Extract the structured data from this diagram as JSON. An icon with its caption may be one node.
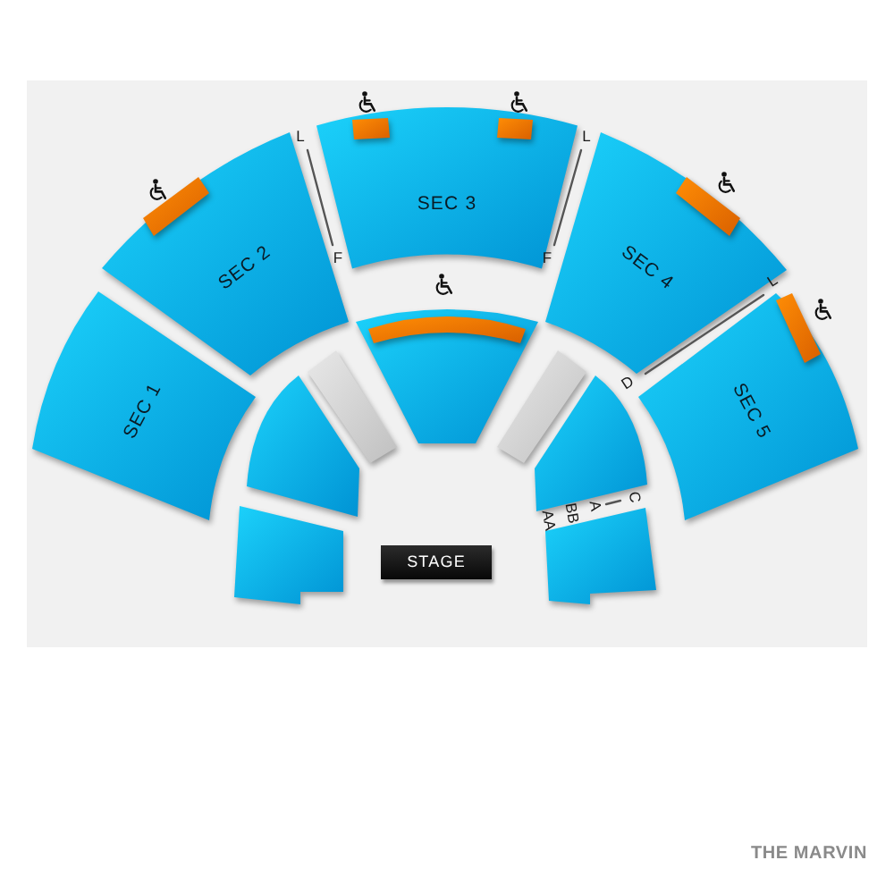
{
  "diagram": {
    "caption": "THE MARVIN",
    "nodes": [
      {
        "text": [
          "SEC 2"
        ]
      },
      {
        "text": [],
        "shape": "bar",
        "in": 0
      },
      {
        "text": [
          "SEC 3"
        ]
      },
      {
        "text": [],
        "shape": "bar",
        "in": 2
      },
      {
        "text": [],
        "shape": "bar",
        "in": 2
      },
      {
        "text": [
          "SEC 4"
        ]
      },
      {
        "text": [],
        "shape": "bar",
        "in": 5
      },
      {
        "text": [
          "SEC 1"
        ]
      },
      {
        "text": [],
        "shape": "box"
      },
      {
        "text": [],
        "shape": "bar",
        "in": 8
      },
      {
        "text": [
          "SEC 5"
        ]
      },
      {
        "text": [],
        "shape": "bar",
        "in": 10
      },
      {
        "text": [],
        "shape": "box"
      },
      {
        "text": [],
        "shape": "box"
      },
      {
        "text": [],
        "shape": "box"
      },
      {
        "text": [],
        "shape": "box"
      },
      {
        "text": [],
        "shape": "box"
      },
      {
        "text": [
          "STAGE"
        ]
      },
      {
        "text": [],
        "shape": "box"
      }
    ],
    "labels": [
      "L",
      "L",
      "F",
      "F",
      "L",
      "D",
      "C",
      "A",
      "BB",
      "AA"
    ]
  }
}
